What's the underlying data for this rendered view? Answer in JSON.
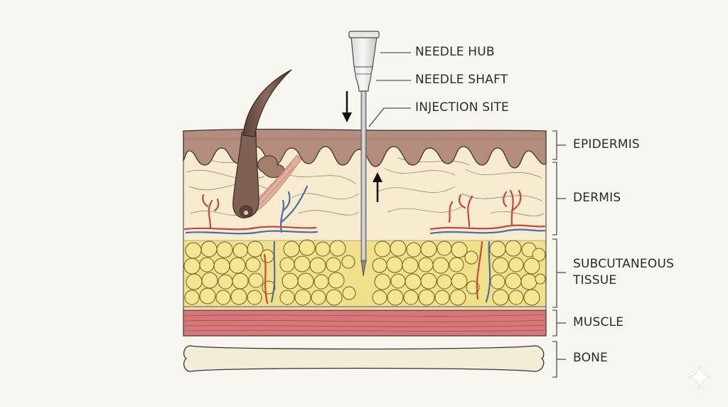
{
  "labels": {
    "needle_hub": "NEEDLE HUB",
    "needle_shaft": "NEEDLE SHAFT",
    "injection_site": "INJECTION SITE"
  },
  "layers": {
    "epidermis": "EPIDERMIS",
    "dermis": "DERMIS",
    "subcutaneous_line1": "SUBCUTANEOUS",
    "subcutaneous_line2": "TISSUE",
    "muscle": "MUSCLE",
    "bone": "BONE"
  },
  "colors": {
    "background": "#f6f5f0",
    "epidermis": "#b48c7d",
    "dermis": "#f7ebcf",
    "subcutaneous": "#f1e08a",
    "fat_cell": "#f6e590",
    "muscle": "#d6777a",
    "bone": "#f3ecd6",
    "outline": "#3a3430",
    "artery": "#c8473d",
    "vein": "#4a6fa8"
  },
  "icons": {
    "corner": "sparkle-icon"
  }
}
